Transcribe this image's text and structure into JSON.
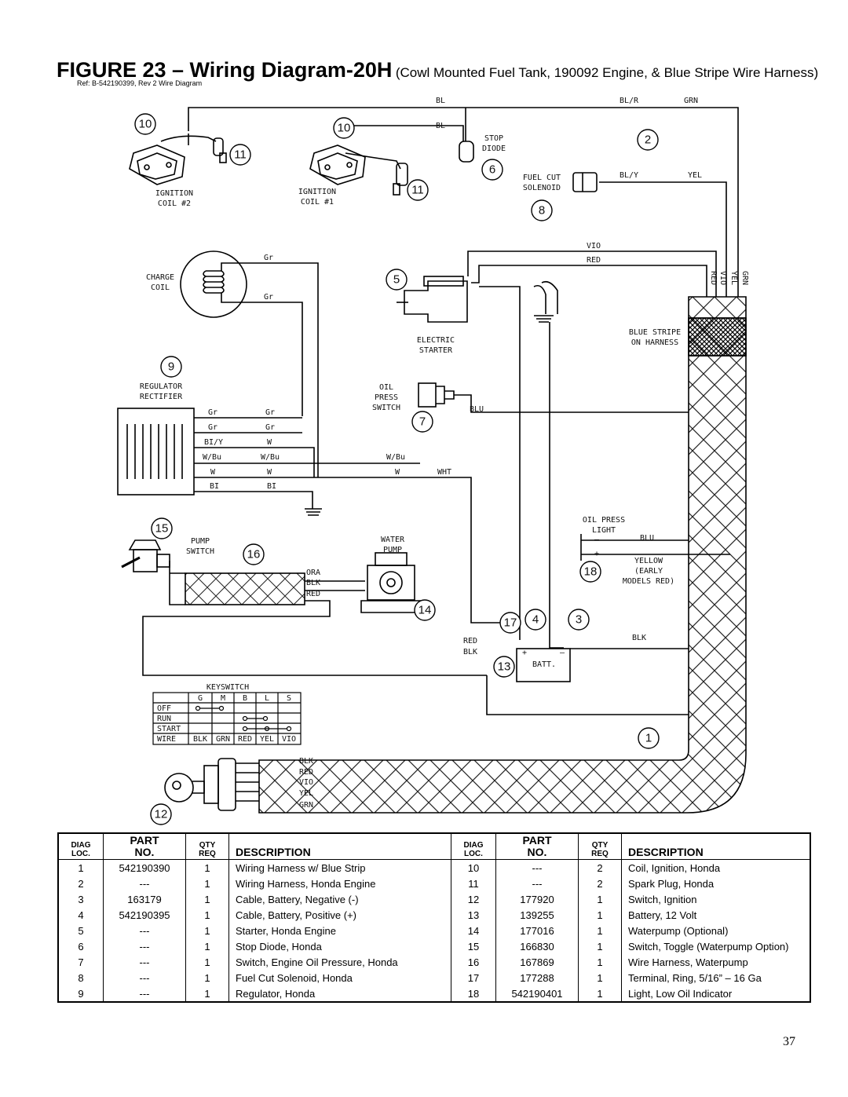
{
  "header": {
    "title": "FIGURE 23 – Wiring Diagram-20H",
    "subtitle": "(Cowl Mounted Fuel Tank, 190092 Engine, & Blue Stripe Wire Harness)",
    "ref": "Ref: B-542190399, Rev 2 Wire Diagram"
  },
  "diagram": {
    "callouts": [
      "1",
      "2",
      "3",
      "4",
      "5",
      "6",
      "7",
      "8",
      "9",
      "10",
      "10",
      "11",
      "11",
      "12",
      "13",
      "14",
      "15",
      "16",
      "17",
      "18"
    ],
    "components": {
      "coil2": [
        "IGNITION",
        "COIL #2"
      ],
      "coil1": [
        "IGNITION",
        "COIL #1"
      ],
      "stop_diode": [
        "STOP",
        "DIODE"
      ],
      "fuel_cut": [
        "FUEL CUT",
        "SOLENOID"
      ],
      "charge_coil": [
        "CHARGE",
        "COIL"
      ],
      "starter": [
        "ELECTRIC",
        "STARTER"
      ],
      "blue_stripe": [
        "BLUE STRIPE",
        "ON HARNESS"
      ],
      "regulator": [
        "REGULATOR",
        "RECTIFIER"
      ],
      "oil_switch": [
        "OIL",
        "PRESS",
        "SWITCH"
      ],
      "oil_light": [
        "OIL PRESS",
        "LIGHT"
      ],
      "yellow_note": [
        "YELLOW",
        "(EARLY",
        "MODELS RED)"
      ],
      "pump_switch": [
        "PUMP",
        "SWITCH"
      ],
      "water_pump": [
        "WATER",
        "PUMP"
      ],
      "battery": "BATT.",
      "keyswitch": "KEYSWITCH"
    },
    "wires": {
      "bl": "BL",
      "bl_r": "BL/R",
      "grn": "GRN",
      "bl_y": "BL/Y",
      "yel": "YEL",
      "vio": "VIO",
      "red": "RED",
      "gr": "Gr",
      "blu": "BLU",
      "wht": "WHT",
      "bi_y": "BI/Y",
      "w": "W",
      "w_bu": "W/Bu",
      "bi": "BI",
      "blk": "BLK",
      "ora": "ORA",
      "yellow": "YELLOW"
    },
    "harness_labels": [
      "RED",
      "VIO",
      "YEL",
      "GRN"
    ],
    "plug_labels": [
      "BLK",
      "RED",
      "VIO",
      "YEL",
      "GRN"
    ],
    "keyswitch_table": {
      "columns": [
        "G",
        "M",
        "B",
        "L",
        "S"
      ],
      "rows": [
        "OFF",
        "RUN",
        "START",
        "WIRE"
      ],
      "wire_colors": [
        "BLK",
        "GRN",
        "RED",
        "YEL",
        "VIO"
      ]
    }
  },
  "parts_table": {
    "headers": {
      "diag": [
        "DIAG",
        "LOC."
      ],
      "part": [
        "PART",
        "NO."
      ],
      "qty": [
        "QTY",
        "REQ"
      ],
      "desc": "DESCRIPTION"
    },
    "rows": [
      [
        "1",
        "542190390",
        "1",
        "Wiring Harness w/ Blue Strip",
        "10",
        "---",
        "2",
        "Coil, Ignition, Honda"
      ],
      [
        "2",
        "---",
        "1",
        "Wiring Harness, Honda Engine",
        "11",
        "---",
        "2",
        "Spark Plug, Honda"
      ],
      [
        "3",
        "163179",
        "1",
        "Cable, Battery, Negative (-)",
        "12",
        "177920",
        "1",
        "Switch, Ignition"
      ],
      [
        "4",
        "542190395",
        "1",
        "Cable, Battery, Positive (+)",
        "13",
        "139255",
        "1",
        "Battery, 12 Volt"
      ],
      [
        "5",
        "---",
        "1",
        "Starter, Honda Engine",
        "14",
        "177016",
        "1",
        "Waterpump (Optional)"
      ],
      [
        "6",
        "---",
        "1",
        "Stop Diode, Honda",
        "15",
        "166830",
        "1",
        "Switch, Toggle (Waterpump Option)"
      ],
      [
        "7",
        "---",
        "1",
        "Switch, Engine Oil Pressure, Honda",
        "16",
        "167869",
        "1",
        "Wire Harness, Waterpump"
      ],
      [
        "8",
        "---",
        "1",
        "Fuel Cut Solenoid, Honda",
        "17",
        "177288",
        "1",
        "Terminal, Ring, 5/16” – 16 Ga"
      ],
      [
        "9",
        "---",
        "1",
        "Regulator, Honda",
        "18",
        "542190401",
        "1",
        "Light, Low Oil Indicator"
      ]
    ]
  },
  "page_number": "37"
}
